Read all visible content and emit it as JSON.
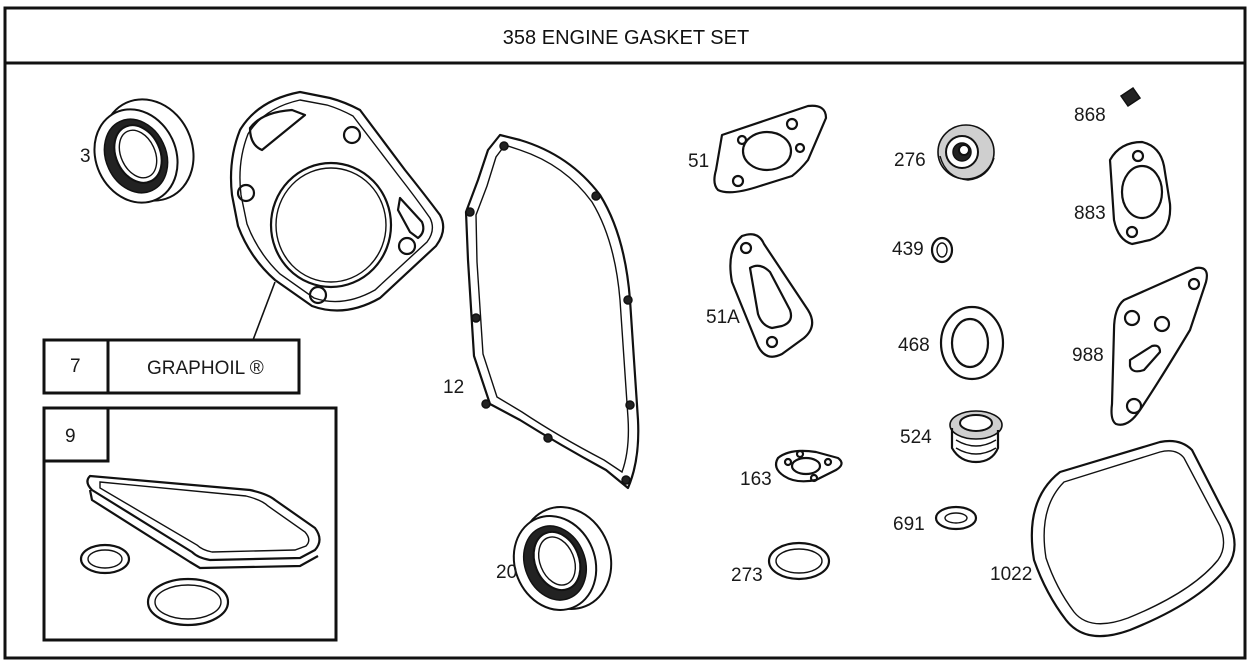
{
  "title": "358 ENGINE GASKET SET",
  "parts": [
    {
      "id": "p3",
      "label": "3"
    },
    {
      "id": "p7",
      "label": "7"
    },
    {
      "id": "p9",
      "label": "9"
    },
    {
      "id": "p12",
      "label": "12"
    },
    {
      "id": "p20",
      "label": "20"
    },
    {
      "id": "p51",
      "label": "51"
    },
    {
      "id": "p51a",
      "label": "51A"
    },
    {
      "id": "p163",
      "label": "163"
    },
    {
      "id": "p273",
      "label": "273"
    },
    {
      "id": "p276",
      "label": "276"
    },
    {
      "id": "p439",
      "label": "439"
    },
    {
      "id": "p468",
      "label": "468"
    },
    {
      "id": "p524",
      "label": "524"
    },
    {
      "id": "p691",
      "label": "691"
    },
    {
      "id": "p868",
      "label": "868"
    },
    {
      "id": "p883",
      "label": "883"
    },
    {
      "id": "p988",
      "label": "988"
    },
    {
      "id": "p1022",
      "label": "1022"
    }
  ],
  "graphoil_note": "GRAPHOIL ®"
}
